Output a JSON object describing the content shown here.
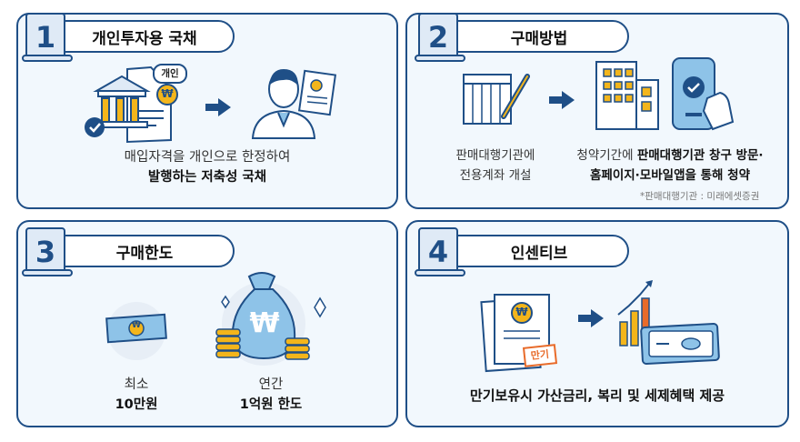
{
  "cards": [
    {
      "number": "1",
      "title": "개인투자용 국채",
      "icon_tag": "개인",
      "line1": "매입자격을 개인으로 한정하여",
      "line2": "발행하는 저축성 국채"
    },
    {
      "number": "2",
      "title": "구매방법",
      "left_line1": "판매대행기관에",
      "left_line2": "전용계좌 개설",
      "right_line1_plain": "청약기간에 ",
      "right_line1_bold": "판매대행기관 창구 방문·",
      "right_line2": "홈페이지·모바일앱을 통해 청약",
      "footnote": "*판매대행기관 : 미래에셋증권"
    },
    {
      "number": "3",
      "title": "구매한도",
      "min_label": "최소",
      "min_value": "10만원",
      "annual_label": "연간",
      "annual_value": "1억원 한도"
    },
    {
      "number": "4",
      "title": "인센티브",
      "maturity_tag": "만기",
      "text": "만기보유시 가산금리, 복리 및 세제혜택 제공"
    }
  ],
  "currency_symbol": "₩",
  "colors": {
    "navy": "#1f4f87",
    "card_bg": "#f2f8fd",
    "light_blue": "#dfeaf6",
    "sky": "#8ec3e8",
    "gold": "#f3b51b",
    "orange": "#e86b2a"
  }
}
